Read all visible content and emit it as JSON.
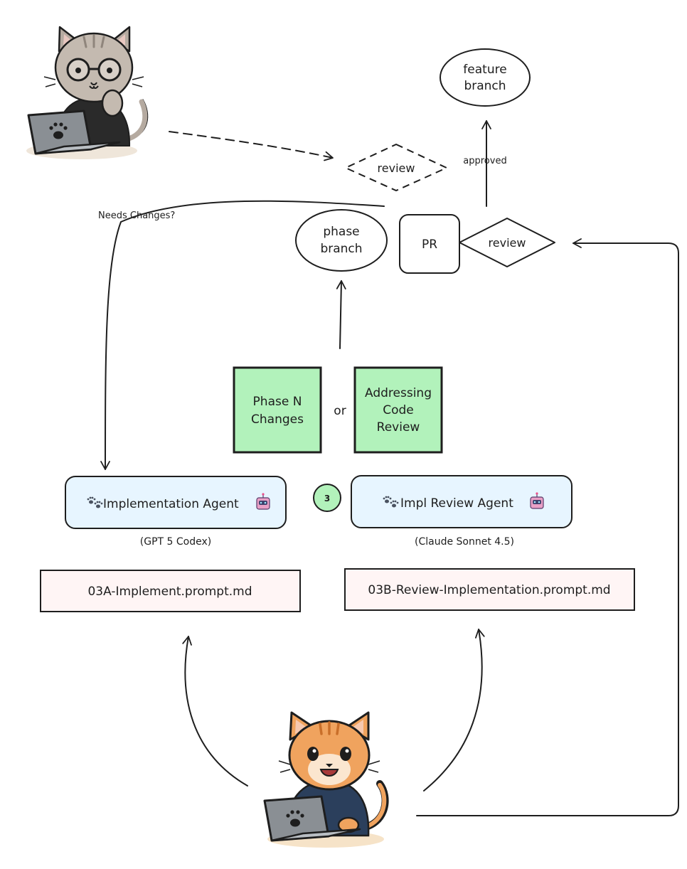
{
  "nodes": {
    "feature_branch": [
      "feature",
      "branch"
    ],
    "review_dashed": "review",
    "approved": "approved",
    "needs_changes": "Needs Changes?",
    "phase_branch": [
      "phase",
      "branch"
    ],
    "pr": "PR",
    "review_diamond": "review",
    "phase_changes": [
      "Phase N",
      "Changes"
    ],
    "or": "or",
    "addressing": [
      "Addressing",
      "Code",
      "Review"
    ],
    "impl_agent": "Implementation Agent",
    "impl_model": "(GPT 5 Codex)",
    "step_badge": "3",
    "review_agent": "Impl Review Agent",
    "review_model": "(Claude Sonnet 4.5)",
    "impl_prompt": "03A-Implement.prompt.md",
    "review_prompt": "03B-Review-Implementation.prompt.md"
  },
  "icons": {
    "reviewer_avatar": "cat-with-glasses-laptop-illustration",
    "developer_avatar": "orange-cat-laptop-illustration",
    "paw": "paw-prints-icon",
    "robot": "robot-icon"
  },
  "colors": {
    "green_box": "#b2f2bb",
    "blue_box": "#e7f5ff",
    "pink_box": "#fff5f5",
    "badge": "#b2f2bb",
    "stroke": "#1e1e1e",
    "orange_cat": "#f0a35e",
    "gray_cat": "#b5aaa0"
  }
}
